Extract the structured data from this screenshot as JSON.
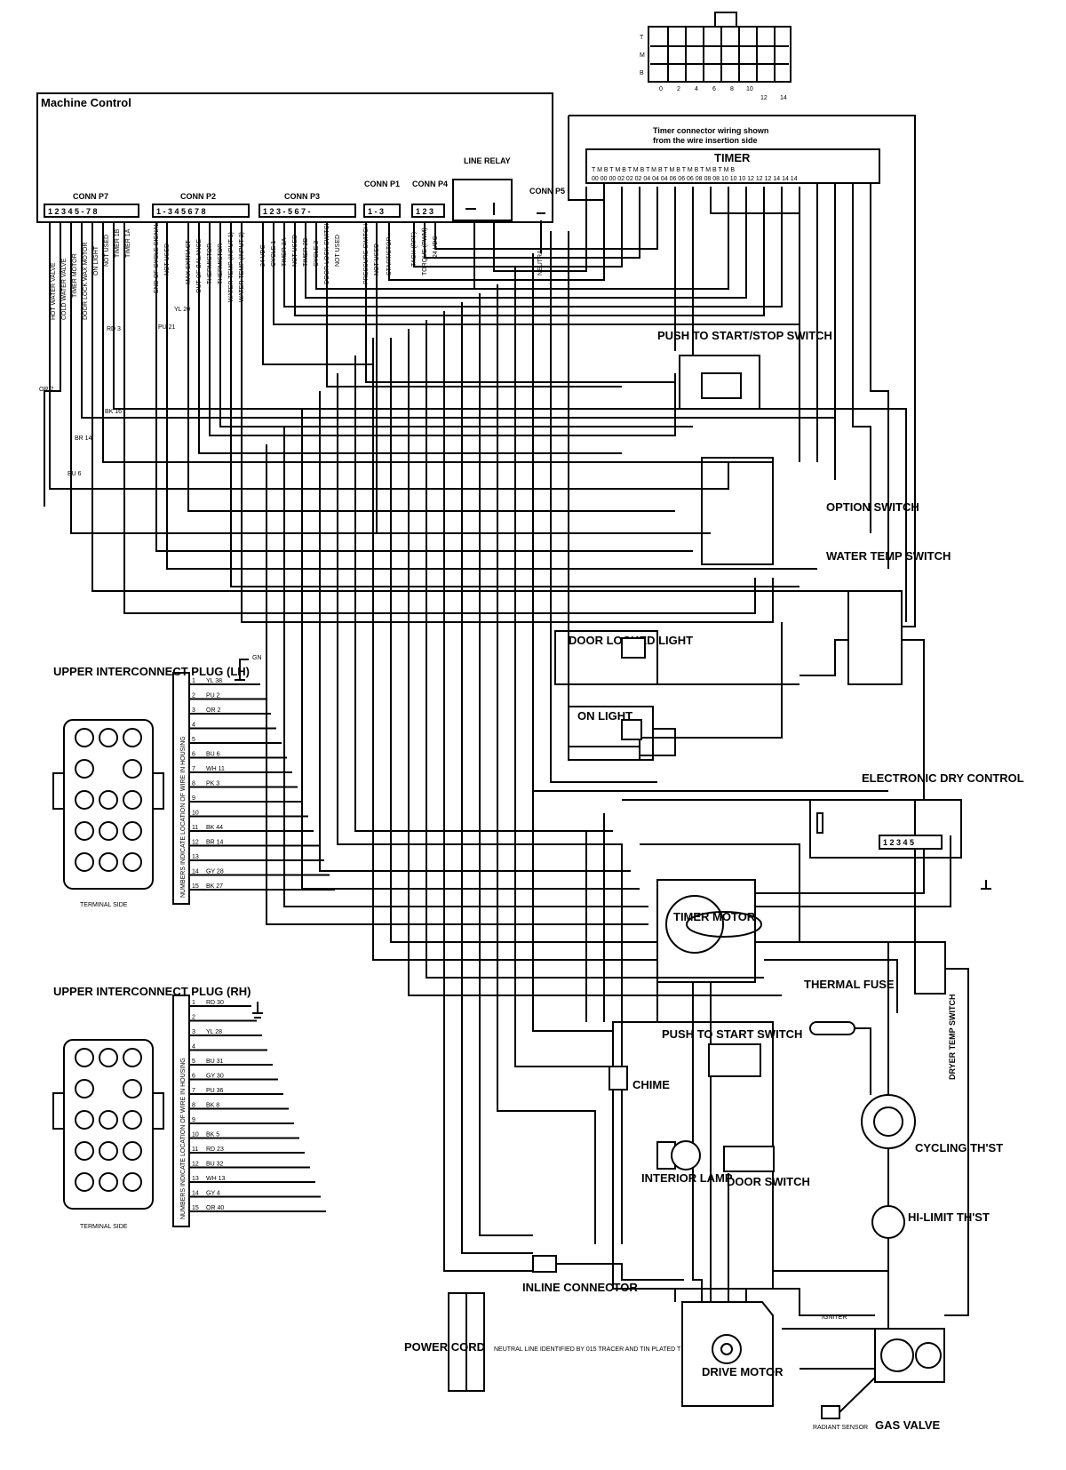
{
  "machine_control": {
    "title": "Machine Control",
    "conn_p7": "CONN P7",
    "conn_p2": "CONN P2",
    "conn_p3": "CONN P3",
    "conn_p1": "CONN P1",
    "conn_p4": "CONN P4",
    "conn_p5": "CONN P5",
    "line_relay": "LINE RELAY",
    "p7_pins": "1 2 3 4 5 - 7 8",
    "p2_pins": "1 - 3 4 5 6 7 8",
    "p3_pins": "1 2 3 - 5 6 7 -",
    "p1_pins": "1 - 3",
    "p4_pins": "1 2 3",
    "p7_signals": [
      "HOT WATER VALVE",
      "COLD WATER VALVE",
      "TIMER MOTOR",
      "DOOR LOCK WAX MOTOR",
      "ON LIGHT",
      "NOT USED",
      "TIMER 1B",
      "TIMER 1A"
    ],
    "p2_signals": [
      "END OF CYCLE SIGNAL",
      "NOT USED",
      "MAX EXTRACT",
      "OUT OF BALANCE",
      "THERMISTOR",
      "THERMISTOR",
      "WATER TEMP (INPUT 1)",
      "WATER TEMP (INPUT 2)"
    ],
    "p3_signals": [
      "24 VDC",
      "CYCLE 1",
      "TIMER 2A",
      "NOT USED",
      "TIMER 2B",
      "CYCLE 2",
      "DOOR LOCK SWITCH",
      "NOT USED"
    ],
    "p1_signals": [
      "PRESSURE SWITCH",
      "NOT USED",
      "START/STOP"
    ],
    "p4_signals": [
      "TACH (RPF)",
      "TORQUE (PWM)",
      "24 VDC"
    ],
    "p5_signal": "NEUTRAL"
  },
  "timer": {
    "caption_line1": "Timer connector wiring shown",
    "caption_line2": "from the wire insertion side",
    "title": "TIMER",
    "tms": "T M B  T M B  T M B  T M B  T M B  T M B  T M B  T M B",
    "terminals": "00 00 00  02 02 02  04 04 04  06 06 06  08 08 08  10 10 10  12 12 12  14 14 14"
  },
  "components": {
    "push_start_stop": "PUSH TO START/STOP SWITCH",
    "option_switch": "OPTION SWITCH",
    "water_temp_switch": "WATER TEMP SWITCH",
    "door_locked_light": "DOOR LOCKED LIGHT",
    "on_light": "ON LIGHT",
    "electronic_dry_control": "ELECTRONIC DRY CONTROL",
    "dry_control_pins": "1 2 3 4 5",
    "timer_motor": "TIMER MOTOR",
    "thermal_fuse": "THERMAL FUSE",
    "dryer_temp_switch": "DRYER TEMP SWITCH",
    "push_to_start_switch": "PUSH TO START SWITCH",
    "chime": "CHIME",
    "interior_lamp": "INTERIOR LAMP",
    "door_switch": "DOOR SWITCH",
    "cycling_thst": "CYCLING TH'ST",
    "hi_limit_thst": "HI-LIMIT TH'ST",
    "inline_connector": "INLINE CONNECTOR",
    "power_cord": "POWER CORD",
    "neutral_note": "NEUTRAL LINE IDENTIFIED BY 015 TRACER AND TIN PLATED TERMINAL",
    "drive_motor": "DRIVE MOTOR",
    "gas_valve": "GAS VALVE",
    "radiant_sensor": "RADIANT SENSOR",
    "igniter": "IGNITER"
  },
  "plugs": {
    "upper_lh": "UPPER INTERCONNECT PLUG (LH)",
    "upper_rh": "UPPER INTERCONNECT PLUG (RH)",
    "terminal_side": "TERMINAL SIDE",
    "housing_note": "NUMBERS INDICATE LOCATION OF WIRE IN HOUSING",
    "lh_wires": [
      "YL 38",
      "PU 2",
      "OR 2",
      "",
      "",
      "BU 6",
      "WH 11",
      "PK 3",
      "",
      "",
      "BK 44",
      "BR 14",
      "",
      "GY 28",
      "BK 27"
    ],
    "rh_wires": [
      "RD 30",
      "",
      "YL 28",
      "",
      "BU 31",
      "GY 30",
      "PU 36",
      "BK 8",
      "",
      "BK 5",
      "RD 23",
      "BU 32",
      "WH 13",
      "GY 4",
      "OR 40"
    ]
  },
  "wire_labels": {
    "or7": "OR 7",
    "bk16": "BK 16",
    "br14": "BR 14",
    "bu6": "BU 6",
    "rd3": "RD 3",
    "pu21": "PU 21",
    "yl20": "YL 20",
    "gn": "GN"
  }
}
